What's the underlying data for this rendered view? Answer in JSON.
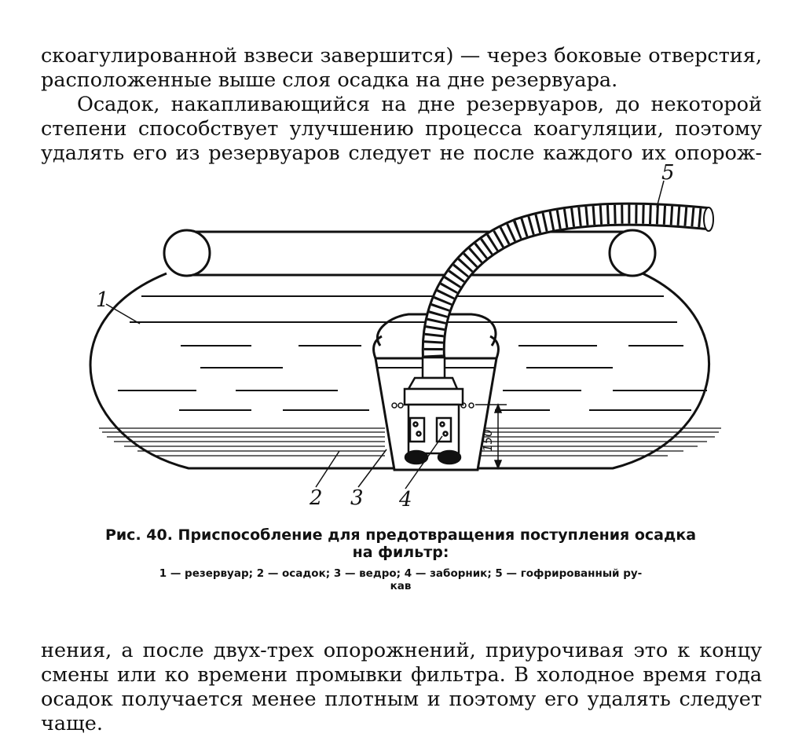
{
  "top_paragraph_1": {
    "lines": [
      "скоагулированной взвеси завершится) — через боковые отверстия,",
      "расположенные выше слоя осадка на дне резервуара."
    ]
  },
  "top_paragraph_2": {
    "lines": [
      "Осадок, накапливающийся на дне резервуаров, до некоторой",
      "степени способствует улучшению процесса коагуляции, поэтому",
      "удалять его из резервуаров следует не после каждого их опорож-"
    ]
  },
  "figure": {
    "labels": {
      "l1": "1",
      "l2": "2",
      "l3": "3",
      "l4": "4",
      "l5": "5"
    },
    "dimension": "150"
  },
  "caption": {
    "title_line1": "Рис. 40. Приспособление для предотвращения поступления осадка",
    "title_line2": "на фильтр:",
    "legend_line1": "1 — резервуар; 2 — осадок; 3 — ведро; 4 — заборник; 5 — гофрированный ру-",
    "legend_line2": "кав"
  },
  "bottom_paragraph": {
    "lines": [
      "нения, а после двух-трех опорожнений, приурочивая это к концу",
      "смены или ко времени промывки фильтра. В холодное время года",
      "осадок получается менее плотным и поэтому его удалять следует",
      "чаще."
    ]
  }
}
